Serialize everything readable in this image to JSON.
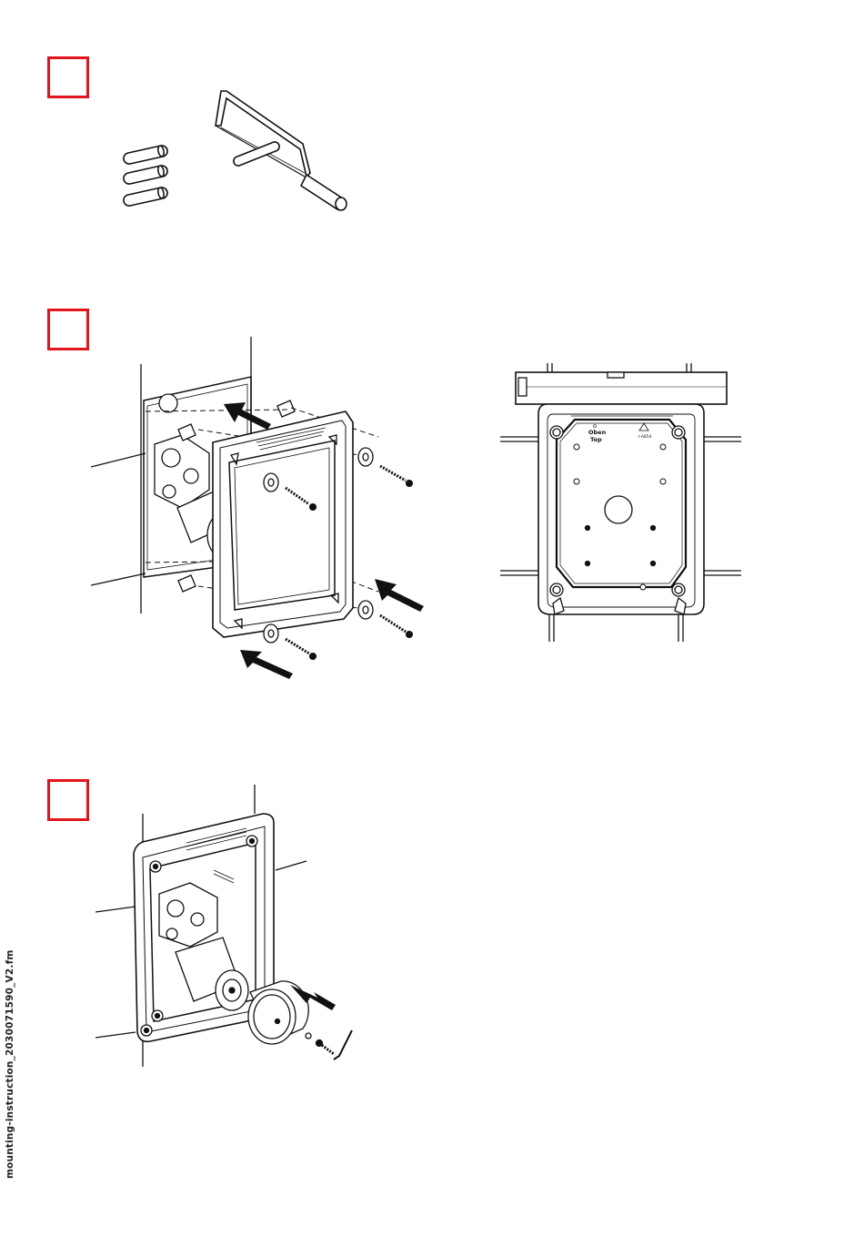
{
  "footer": {
    "filename": "mounting-instruction_20300715​90_V2.fm"
  },
  "steps": [
    {
      "id": "step-1"
    },
    {
      "id": "step-2"
    },
    {
      "id": "step-3"
    }
  ],
  "diagram_labels": {
    "mounting_plate": {
      "oben": "Oben",
      "top": "Top",
      "code": "I-A854"
    }
  },
  "colors": {
    "step_box_border": "#e3141b",
    "line": "#111111"
  }
}
